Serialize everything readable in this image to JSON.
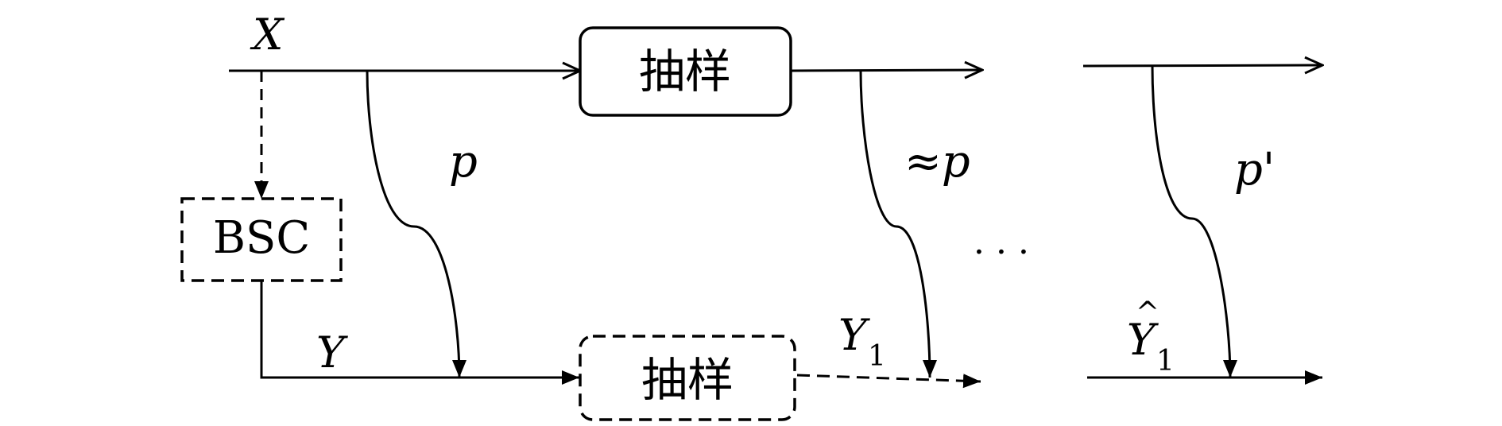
{
  "labels": {
    "x": "X",
    "y": "Y",
    "y1": "Y",
    "y1_sub": "1",
    "y1hat": "Y",
    "y1hat_sub": "1",
    "y1hat_accent": "^",
    "p": "p",
    "approx_p": "≈p",
    "p_prime": "p'",
    "ellipsis": "· · ·"
  },
  "blocks": {
    "sample_top": "抽样",
    "sample_bottom": "抽样",
    "bsc": "BSC"
  }
}
